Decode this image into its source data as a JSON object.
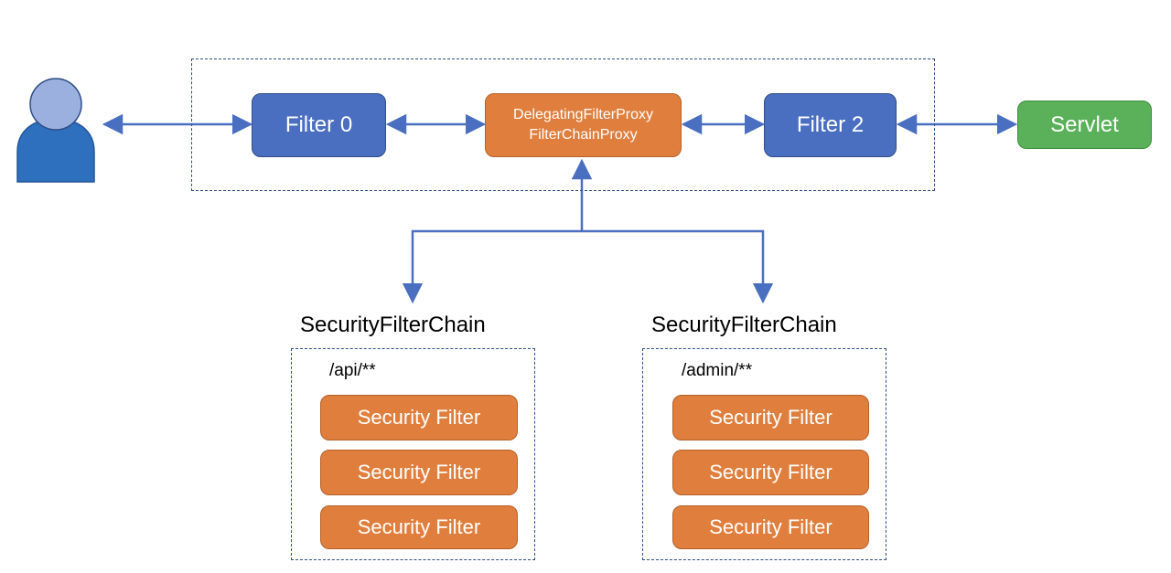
{
  "nodes": {
    "filter0": "Filter 0",
    "proxy_line1": "DelegatingFilterProxy",
    "proxy_line2": "FilterChainProxy",
    "filter2": "Filter 2",
    "servlet": "Servlet"
  },
  "chains": [
    {
      "title": "SecurityFilterChain",
      "pattern": "/api/**",
      "filters": [
        "Security Filter",
        "Security Filter",
        "Security Filter"
      ]
    },
    {
      "title": "SecurityFilterChain",
      "pattern": "/admin/**",
      "filters": [
        "Security Filter",
        "Security Filter",
        "Security Filter"
      ]
    }
  ],
  "colors": {
    "filter_blue": "#4a6fc1",
    "proxy_orange": "#e07f3d",
    "servlet_green": "#5bb15a",
    "connector": "#4a6fc1",
    "user_head": "#9bb0de",
    "user_body": "#2e6fbe"
  },
  "icons": {
    "user": "user-icon"
  }
}
